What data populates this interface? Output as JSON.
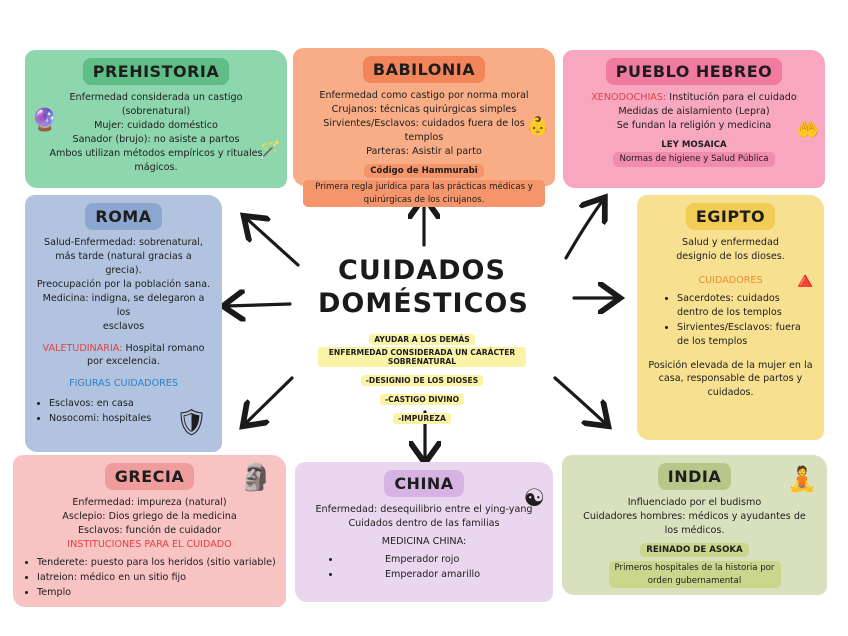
{
  "central": {
    "title_line1": "CUIDADOS",
    "title_line2": "DOMÉSTICOS",
    "lines": [
      "AYUDAR A LOS DEMÁS",
      "ENFERMEDAD CONSIDERADA UN CARÁCTER SOBRENATURAL",
      "-DESIGNIO DE LOS DIOSES",
      "-CASTIGO DIVINO",
      "-IMPUREZA"
    ]
  },
  "prehistoria": {
    "title": "PREHISTORIA",
    "lines": [
      "Enfermedad considerada un castigo",
      "(sobrenatural)",
      "Mujer: cuidado doméstico",
      "Sanador (brujo): no asiste a partos",
      "Ambos utilizan métodos empíricos y rituales",
      "mágicos."
    ]
  },
  "babilonia": {
    "title": "BABILONIA",
    "lines": [
      "Enfermedad como castigo por norma moral",
      "Crujanos: técnicas quirúrgicas simples",
      "Sirvientes/Esclavos: cuidados fuera de los templos",
      "Parteras: Asistir al parto"
    ],
    "sub_title": "Código de Hammurabi",
    "sub_text": "Primera regla jurídica para las prácticas médicas y quirúrgicas de los cirujanos."
  },
  "pueblo": {
    "title": "PUEBLO HEBREO",
    "xeno_label": "XENODOCHIAS:",
    "xeno_text": "Institución para el cuidado",
    "lines": [
      "Medidas de aislamiento (Lepra)",
      "Se fundan la religión y medicina"
    ],
    "sub_title": "LEY MOSAICA",
    "sub_text": "Normas de higiene y Salud Pública"
  },
  "roma": {
    "title": "ROMA",
    "lines": [
      "Salud-Enfermedad: sobrenatural,",
      "más tarde (natural gracias a",
      "grecia).",
      "Preocupación por la población sana.",
      "Medicina: indigna, se delegaron a los",
      "esclavos"
    ],
    "valet_label": "VALETUDINARIA:",
    "valet_text": "Hospital romano por excelencia.",
    "figuras_title": "FIGURAS CUIDADORES",
    "figuras": [
      "Esclavos: en casa",
      "Nosocomi: hospitales"
    ]
  },
  "egipto": {
    "title": "EGIPTO",
    "intro": "Salud y enfermedad designio de los dioses.",
    "cuidadores_title": "CUIDADORES",
    "cuidadores": [
      "Sacerdotes: cuidados dentro de los templos",
      "Sirvientes/Esclavos: fuera de los templos"
    ],
    "mujer": "Posición elevada de la mujer en la casa, responsable de partos y cuidados."
  },
  "grecia": {
    "title": "GRECIA",
    "lines": [
      "Enfermedad: impureza (natural)",
      "Asclepio: Dios griego de la medicina",
      "Esclavos: función de cuidador"
    ],
    "inst_title": "INSTITUCIONES PARA EL CUIDADO",
    "inst": [
      "Tenderete: puesto para los heridos (sitio variable)",
      "Iatreion: médico en un sitio fijo",
      "Templo"
    ]
  },
  "china": {
    "title": "CHINA",
    "lines": [
      "Enfermedad: desequilibrio entre el ying-yang",
      "Cuidados dentro de las familias"
    ],
    "med_title": "MEDICINA CHINA:",
    "med": [
      "Emperador rojo",
      "Emperador amarillo"
    ]
  },
  "india": {
    "title": "INDIA",
    "lines": [
      "Influenciado por el budismo",
      "Cuidadores hombres: médicos y ayudantes de los médicos."
    ],
    "sub_title": "REINADO DE ASOKA",
    "sub_text": "Primeros hospitales de la historia por orden gubernamental"
  },
  "icons": {
    "prehistoria": [
      "crystal-ball-icon",
      "wand-icon"
    ],
    "babilonia": "baby-icon",
    "pueblo": "hands-icon",
    "egipto": "pyramid-icon",
    "grecia": "bust-icon",
    "china": "yin-yang-icon",
    "india": "buddha-icon",
    "roma": "warrior-icon"
  },
  "colors": {
    "prehistoria": "#8ed7ae",
    "babilonia": "#f8ad86",
    "pueblo": "#f7a7c0",
    "roma": "#b1c3df",
    "egipto": "#f7e190",
    "grecia": "#f7c3c3",
    "china": "#ead7ef",
    "india": "#d9e0bd",
    "accent_red": "#e64141",
    "accent_orange": "#ef8a2c",
    "accent_blue": "#2f7fc6"
  }
}
